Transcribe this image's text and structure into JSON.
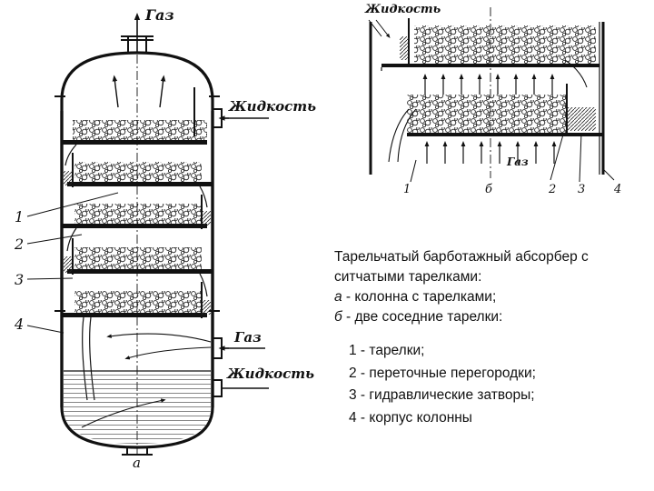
{
  "left_figure": {
    "gas_top": "Газ",
    "liquid_in": "Жидкость",
    "gas_in": "Газ",
    "liquid_out": "Жидкость",
    "label_a": "а",
    "numbers": [
      "1",
      "2",
      "3",
      "4"
    ]
  },
  "right_figure": {
    "liquid": "Жидкость",
    "gas": "Газ",
    "label_b": "б",
    "numbers": [
      "1",
      "2",
      "3",
      "4"
    ]
  },
  "caption": {
    "line1": "Тарельчатый барботажный абсорбер с",
    "line2": "ситчатыми тарелками:",
    "line3_letter": "а",
    "line3_text": " - колонна с тарелками;",
    "line4_letter": "б",
    "line4_text": " - две соседние тарелки:"
  },
  "legend": [
    "1 - тарелки;",
    "2 - переточные перегородки;",
    "3 - гидравлические затворы;",
    "4 - корпус колонны"
  ]
}
